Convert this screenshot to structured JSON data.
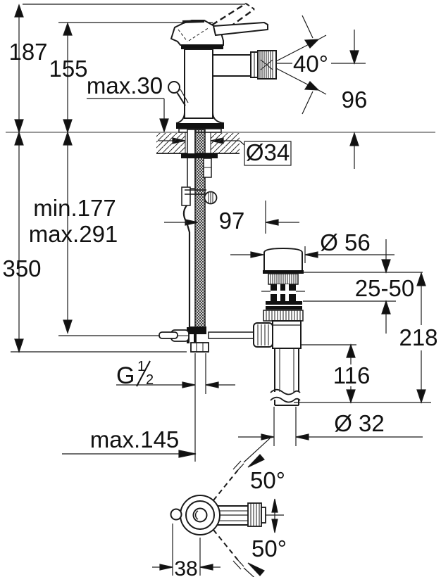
{
  "drawing_title": "bidet-mixer-installation-dimensions",
  "colors": {
    "ink": "#1a1a1a",
    "surface_line": "#777777",
    "background": "#ffffff",
    "fill_dark": "#111111"
  },
  "dimensions": {
    "total_height": "187",
    "spout_height": "155",
    "deck_thickness": "max.30",
    "aerator_angle": "40°",
    "spout_to_deck": "96",
    "hole_diameter": "Ø34",
    "hose_min": "min.177",
    "hose_max": "max.291",
    "hose_length": "350",
    "drain_offset": "97",
    "flange_diameter": "Ø 56",
    "basin_range": "25-50",
    "drain_height": "218",
    "tailpipe_height": "116",
    "rod_reach": "max.145",
    "pipe_diameter": "Ø 32",
    "swivel_upper": "50°",
    "swivel_lower": "50°",
    "rod_offset": "38",
    "thread": {
      "prefix": "G",
      "numerator": "1",
      "denominator": "2"
    }
  }
}
